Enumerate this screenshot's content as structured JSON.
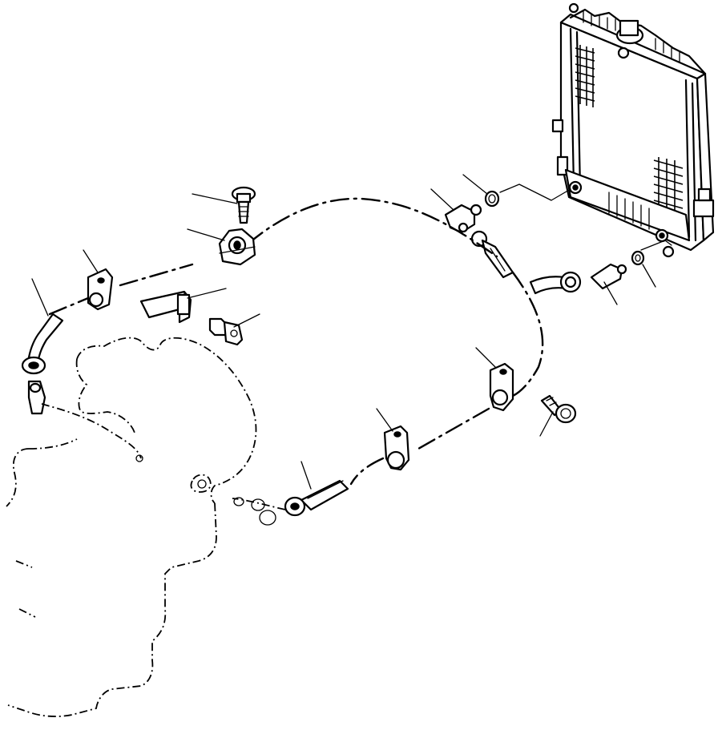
{
  "diagram": {
    "parts": [
      {
        "id": "radiator"
      },
      {
        "id": "oil-cooler-hose-end"
      },
      {
        "id": "hose-upper"
      },
      {
        "id": "elbow-fitting"
      },
      {
        "id": "o-ring-upper"
      },
      {
        "id": "o-ring-lower"
      },
      {
        "id": "connector-lower"
      },
      {
        "id": "clamp-left"
      },
      {
        "id": "bracket"
      },
      {
        "id": "bolt-top"
      },
      {
        "id": "clamp-top"
      },
      {
        "id": "bolt-bracket"
      },
      {
        "id": "clamp-right"
      },
      {
        "id": "clamp-bottom"
      },
      {
        "id": "bolt-right"
      },
      {
        "id": "hose-bottom-fitting"
      },
      {
        "id": "engine-outline"
      }
    ]
  }
}
